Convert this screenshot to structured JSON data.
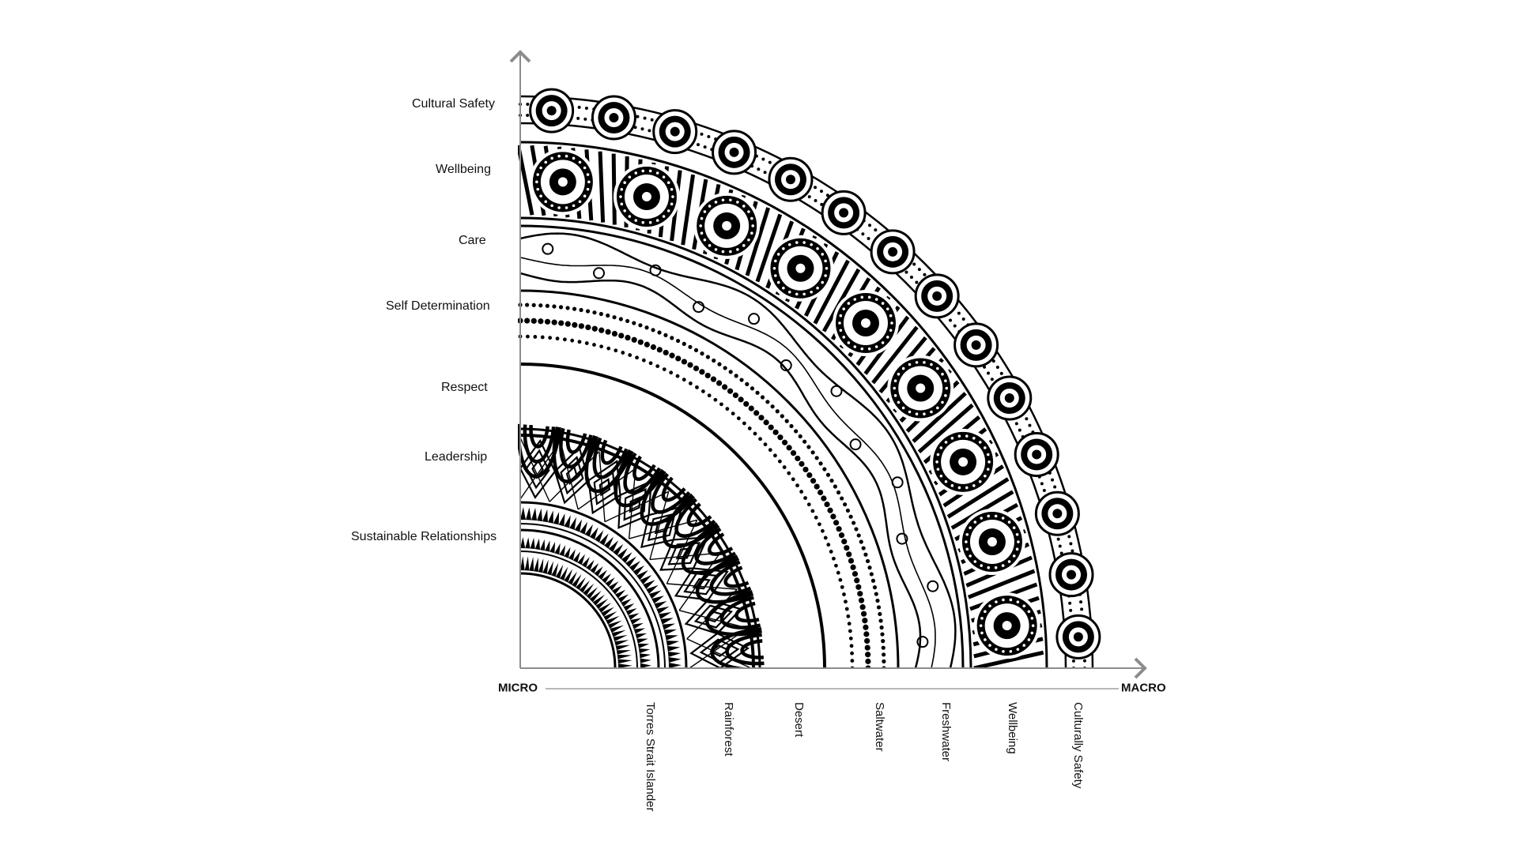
{
  "diagram": {
    "y_labels": [
      "Cultural Safety",
      "Wellbeing",
      "Care",
      "Self Determination",
      "Respect",
      "Leadership",
      "Sustainable Relationships"
    ],
    "x_labels": [
      "Torres Strait Islander",
      "Rainforest",
      "Desert",
      "Saltwater",
      "Freshwater",
      "Wellbeing",
      "Culturally Safety"
    ],
    "axis_start": "MICRO",
    "axis_end": "MACRO",
    "colors": {
      "ink": "#000000",
      "axis": "#8c8c8c",
      "text": "#111111"
    }
  }
}
